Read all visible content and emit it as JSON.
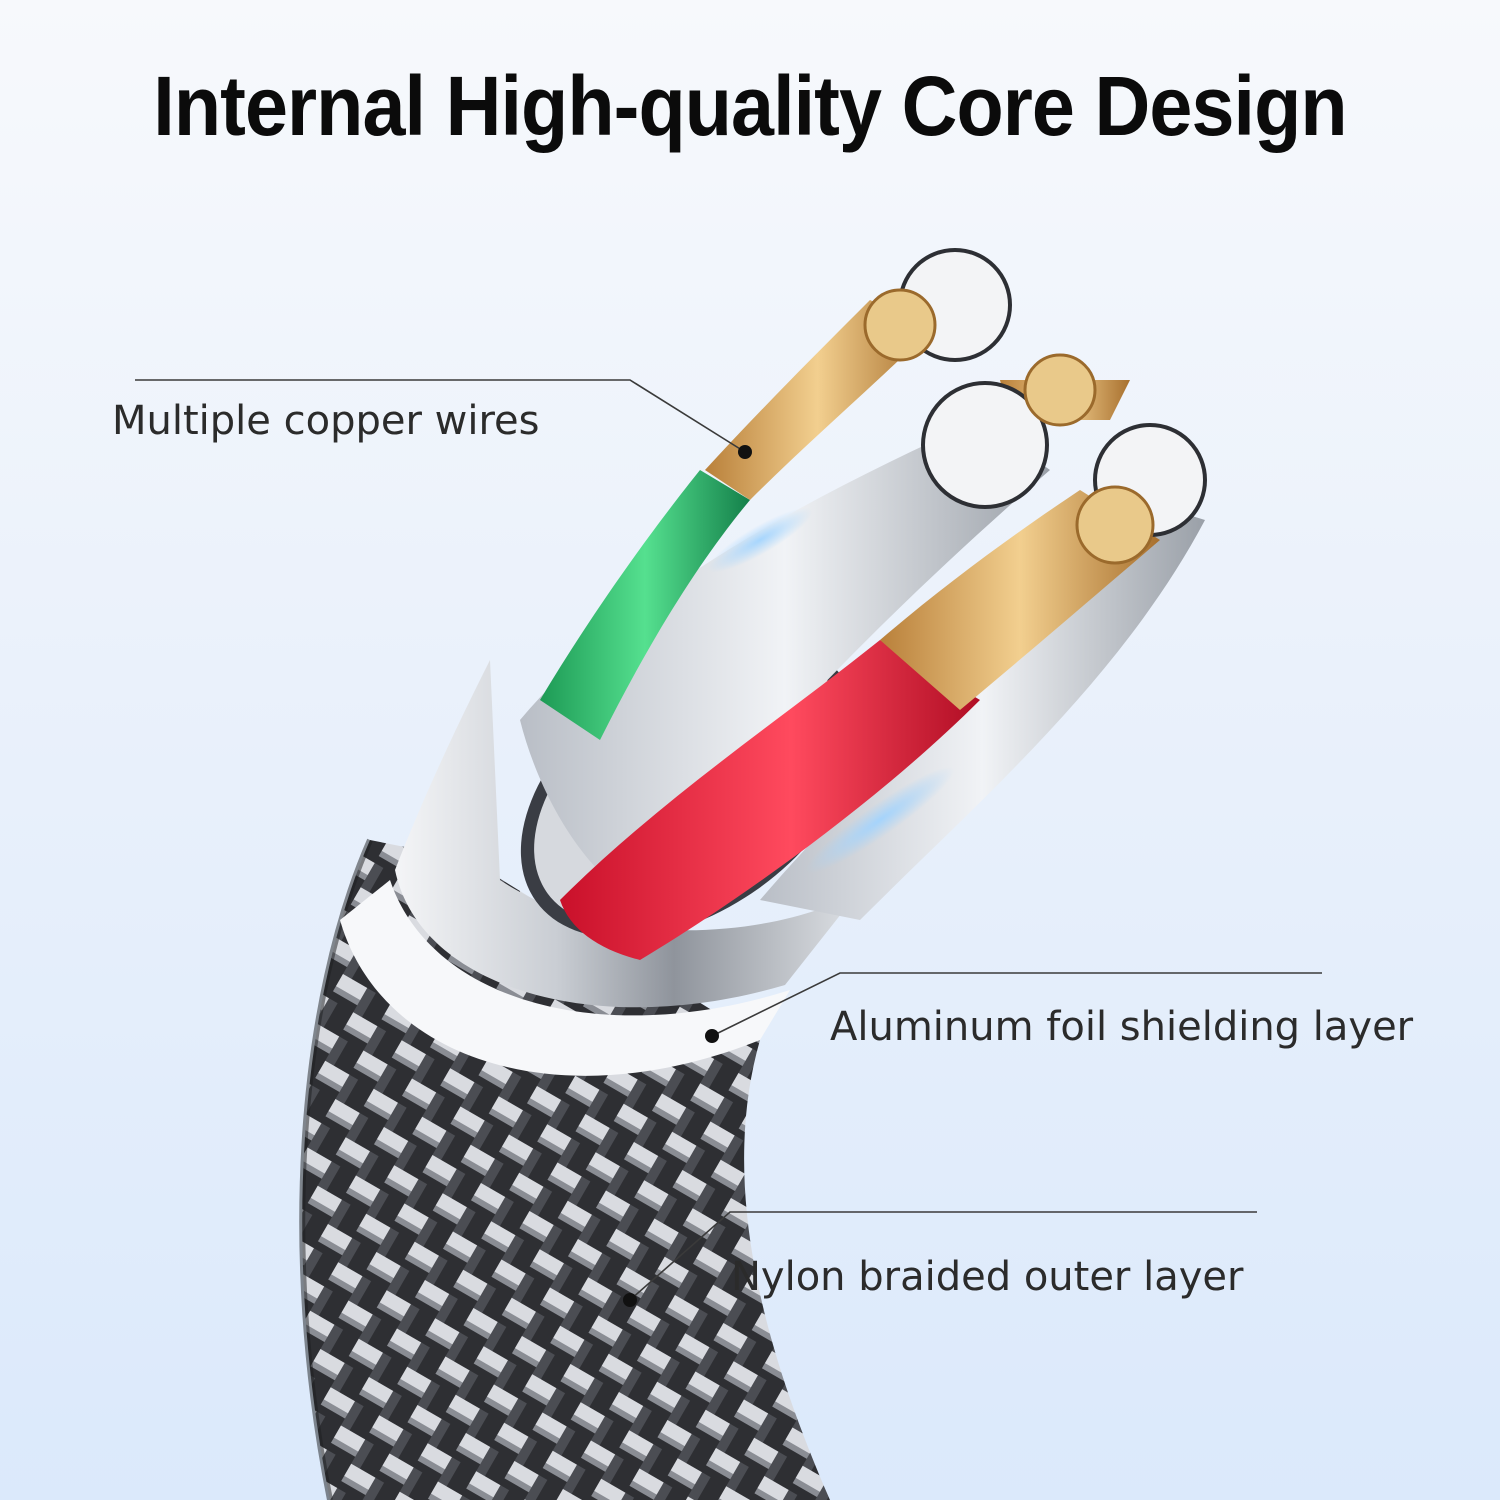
{
  "title": "Internal High-quality Core Design",
  "callouts": {
    "copper": "Multiple copper wires",
    "foil": "Aluminum foil shielding layer",
    "nylon": "Nylon braided outer layer"
  },
  "colors": {
    "background": "#e6eefa",
    "title": "#0b0b0b",
    "label": "#2b2b2b",
    "copper": "#d8a65a",
    "green_insulation": "#2fbf6a",
    "red_insulation": "#e0243c",
    "silver": "#c9ced6"
  }
}
